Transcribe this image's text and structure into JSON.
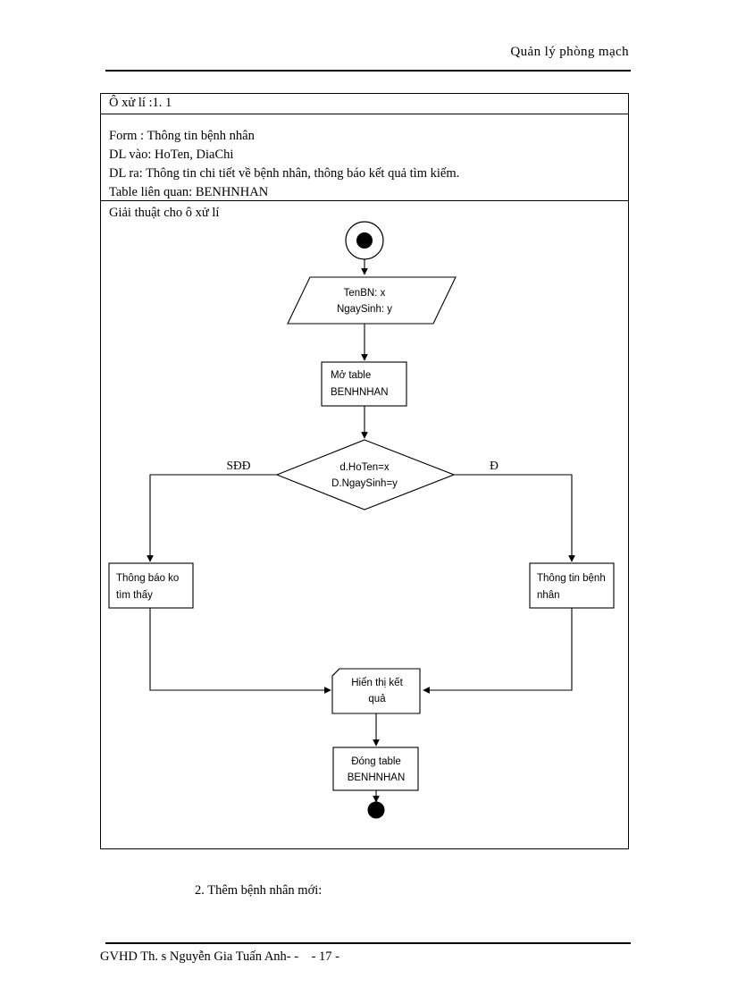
{
  "document": {
    "running_header": "Quản lý phòng mạch",
    "footer_text": "GVHD Th. s Nguyễn Gia Tuấn Anh- -    - 17 -",
    "figure_caption": "2. Thêm bệnh nhân mới:"
  },
  "spec_table": {
    "title": "Ô xử lí :1. 1",
    "meta": [
      "Form : Thông  tin  bệnh nhân",
      "DL vào: HoTen, DiaChi",
      "DL ra: Thông  tin  chi tiết  về bệnh nhân,  thông  báo kết quả tìm  kiếm.",
      "Table liên  quan:  BENHNHAN"
    ],
    "algorithm_caption": "Giải  thuật  cho  ô xử lí"
  },
  "flowchart": {
    "nodes": {
      "start": "start-node",
      "input": {
        "line1": "TenBN: x",
        "line2": "NgaySinh: y"
      },
      "open_table": {
        "line1": "Mở table",
        "line2": "BENHNHAN"
      },
      "decision": {
        "line1": "d.HoTen=x",
        "line2": "D.NgaySinh=y"
      },
      "not_found": {
        "line1": "Thông báo ko",
        "line2": "tìm  thấy"
      },
      "found": {
        "line1": "Thông tin bệnh",
        "line2": "nhân"
      },
      "display": {
        "line1": "Hiển thị kết",
        "line2": "quả"
      },
      "close_table": {
        "line1": "Đóng table",
        "line2": "BENHNHAN"
      },
      "end": "end-node"
    },
    "branch_labels": {
      "left": "SĐĐ",
      "right": "Đ"
    }
  },
  "colors": {
    "ink": "#000000",
    "paper": "#ffffff"
  }
}
